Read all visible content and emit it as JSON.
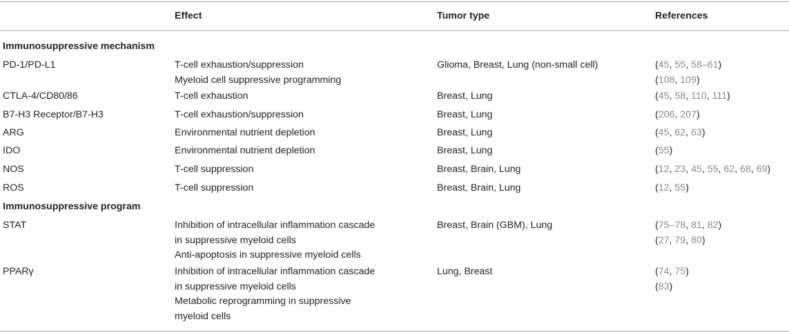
{
  "headers": {
    "col1": "",
    "effect": "Effect",
    "tumor_type": "Tumor type",
    "references": "References"
  },
  "sections": [
    {
      "title": "Immunosuppressive mechanism",
      "rows": [
        {
          "name": "PD-1/PD-L1",
          "effect": [
            "T-cell exhaustion/suppression",
            "Myeloid cell suppressive programming"
          ],
          "tumor": "Glioma, Breast, Lung (non-small cell)",
          "refs": [
            [
              {
                "t": "(",
                "g": false
              },
              {
                "t": "45",
                "g": true
              },
              {
                "t": ", ",
                "g": false
              },
              {
                "t": "55",
                "g": true
              },
              {
                "t": ", ",
                "g": false
              },
              {
                "t": "58–61",
                "g": true
              },
              {
                "t": ")",
                "g": false
              }
            ],
            [
              {
                "t": "(",
                "g": false
              },
              {
                "t": "108",
                "g": true
              },
              {
                "t": ", ",
                "g": false
              },
              {
                "t": "109",
                "g": true
              },
              {
                "t": ")",
                "g": false
              }
            ]
          ]
        },
        {
          "name": "CTLA-4/CD80/86",
          "effect": [
            "T-cell exhaustion"
          ],
          "tumor": "Breast, Lung",
          "refs": [
            [
              {
                "t": "(",
                "g": false
              },
              {
                "t": "45",
                "g": true
              },
              {
                "t": ", ",
                "g": false
              },
              {
                "t": "58",
                "g": true
              },
              {
                "t": ", ",
                "g": false
              },
              {
                "t": "110",
                "g": true
              },
              {
                "t": ", ",
                "g": false
              },
              {
                "t": "111",
                "g": true
              },
              {
                "t": ")",
                "g": false
              }
            ]
          ]
        },
        {
          "name": "B7-H3 Receptor/B7-H3",
          "effect": [
            "T-cell exhaustion/suppression"
          ],
          "tumor": "Breast, Lung",
          "refs": [
            [
              {
                "t": "(",
                "g": false
              },
              {
                "t": "206",
                "g": true
              },
              {
                "t": ", ",
                "g": false
              },
              {
                "t": "207",
                "g": true
              },
              {
                "t": ")",
                "g": false
              }
            ]
          ]
        },
        {
          "name": "ARG",
          "effect": [
            "Environmental nutrient depletion"
          ],
          "tumor": "Breast, Lung",
          "refs": [
            [
              {
                "t": "(",
                "g": false
              },
              {
                "t": "45",
                "g": true
              },
              {
                "t": ", ",
                "g": false
              },
              {
                "t": "62",
                "g": true
              },
              {
                "t": ", ",
                "g": false
              },
              {
                "t": "63",
                "g": true
              },
              {
                "t": ")",
                "g": false
              }
            ]
          ]
        },
        {
          "name": "IDO",
          "effect": [
            "Environmental nutrient depletion"
          ],
          "tumor": "Breast, Lung",
          "refs": [
            [
              {
                "t": "(",
                "g": false
              },
              {
                "t": "55",
                "g": true
              },
              {
                "t": ")",
                "g": false
              }
            ]
          ]
        },
        {
          "name": "NOS",
          "effect": [
            "T-cell suppression"
          ],
          "tumor": "Breast, Brain, Lung",
          "refs": [
            [
              {
                "t": "(",
                "g": false
              },
              {
                "t": "12",
                "g": true
              },
              {
                "t": ", ",
                "g": false
              },
              {
                "t": "23",
                "g": true
              },
              {
                "t": ", ",
                "g": false
              },
              {
                "t": "45",
                "g": true
              },
              {
                "t": ", ",
                "g": false
              },
              {
                "t": "55",
                "g": true
              },
              {
                "t": ", ",
                "g": false
              },
              {
                "t": "62",
                "g": true
              },
              {
                "t": ", ",
                "g": false
              },
              {
                "t": "68",
                "g": true
              },
              {
                "t": ", ",
                "g": false
              },
              {
                "t": "69",
                "g": true
              },
              {
                "t": ")",
                "g": false
              }
            ]
          ]
        },
        {
          "name": "ROS",
          "effect": [
            "T-cell suppression"
          ],
          "tumor": "Breast, Brain, Lung",
          "refs": [
            [
              {
                "t": "(",
                "g": false
              },
              {
                "t": "12",
                "g": true
              },
              {
                "t": ", ",
                "g": false
              },
              {
                "t": "55",
                "g": true
              },
              {
                "t": ")",
                "g": false
              }
            ]
          ]
        }
      ]
    },
    {
      "title": "Immunosuppressive program",
      "rows": [
        {
          "name": "STAT",
          "effect": [
            "Inhibition of intracellular inflammation cascade",
            "in suppressive myeloid cells",
            "Anti-apoptosis in suppressive myeloid cells"
          ],
          "tumor": "Breast, Brain (GBM), Lung",
          "refs": [
            [
              {
                "t": "(",
                "g": false
              },
              {
                "t": "75–78",
                "g": true
              },
              {
                "t": ", ",
                "g": false
              },
              {
                "t": "81",
                "g": true
              },
              {
                "t": ", ",
                "g": false
              },
              {
                "t": "82",
                "g": true
              },
              {
                "t": ")",
                "g": false
              }
            ],
            [
              {
                "t": "(",
                "g": false
              },
              {
                "t": "27",
                "g": true
              },
              {
                "t": ", ",
                "g": false
              },
              {
                "t": "79",
                "g": true
              },
              {
                "t": ", ",
                "g": false
              },
              {
                "t": "80",
                "g": true
              },
              {
                "t": ")",
                "g": false
              }
            ]
          ]
        },
        {
          "name": "PPARγ",
          "effect": [
            "Inhibition of intracellular inflammation cascade",
            "in suppressive myeloid cells",
            "Metabolic reprogramming in suppressive",
            "myeloid cells"
          ],
          "tumor": "Lung, Breast",
          "refs": [
            [
              {
                "t": "(",
                "g": false
              },
              {
                "t": "74",
                "g": true
              },
              {
                "t": ", ",
                "g": false
              },
              {
                "t": "75",
                "g": true
              },
              {
                "t": ")",
                "g": false
              }
            ],
            [
              {
                "t": "(",
                "g": false
              },
              {
                "t": "83",
                "g": true
              },
              {
                "t": ")",
                "g": false
              }
            ]
          ]
        }
      ]
    }
  ]
}
